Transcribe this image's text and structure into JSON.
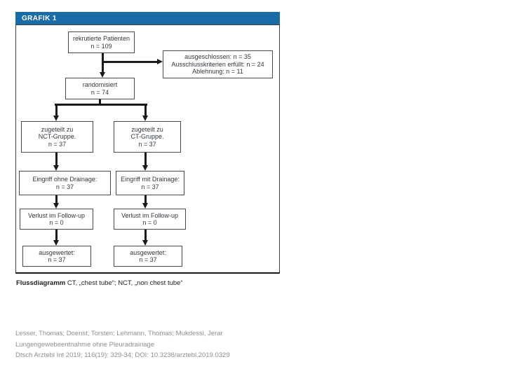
{
  "figure": {
    "header_label": "GRAFIK 1",
    "flowchart": {
      "type": "consort-flow",
      "recruited": [
        "rekrutierte Patienten",
        "n = 109"
      ],
      "excluded": [
        "ausgeschlossen: n = 35",
        "Ausschlusskriterien erfüllt: n = 24",
        "Ablehnung: n = 11"
      ],
      "randomized": [
        "randomisiert",
        "n = 74"
      ],
      "nct_group": [
        "zugeteilt zu",
        "NCT-Gruppe.",
        "n = 37"
      ],
      "ct_group": [
        "zugeteilt zu",
        "CT-Gruppe.",
        "n = 37"
      ],
      "nct_procedure": [
        "Eingriff ohne Drainage:",
        "n = 37"
      ],
      "ct_procedure": [
        "Eingriff mit Drainage:",
        "n = 37"
      ],
      "nct_followup": [
        "Verlust im Follow-up",
        "n = 0"
      ],
      "ct_followup": [
        "Verlust im Follow-up",
        "n = 0"
      ],
      "nct_analyzed": [
        "ausgewertet:",
        "n = 37"
      ],
      "ct_analyzed": [
        "ausgewertet:",
        "n = 37"
      ]
    },
    "caption": {
      "lead": "Flussdiagramm",
      "rest": " CT, „chest tube“; NCT, „non chest tube“"
    }
  },
  "citation": {
    "authors": "Lesser, Thomas; Doenst, Torsten; Lehmann, Thomas; Mukdessi, Jerar",
    "title": "Lungengewebeentnahme ohne Pleuradrainage",
    "reference": "Dtsch Arztebl Int 2019; 116(19): 329-34; DOI: 10.3238/arztebl.2019.0329"
  },
  "colors": {
    "header_blue": "#1a6ca8",
    "arrow_black": "#1a1a1a",
    "citation_gray": "#8f8f8f"
  }
}
